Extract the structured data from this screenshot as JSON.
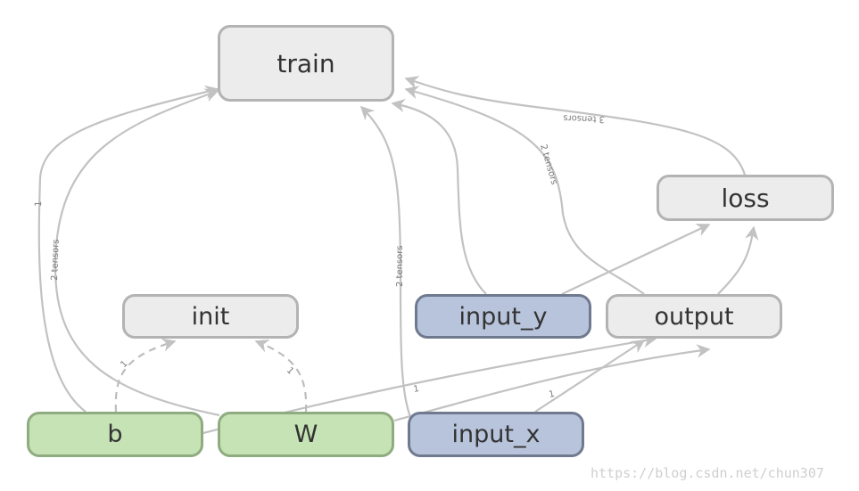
{
  "nodes": {
    "train": "train",
    "loss": "loss",
    "init": "init",
    "input_y": "input_y",
    "output": "output",
    "b": "b",
    "W": "W",
    "input_x": "input_x"
  },
  "colors": {
    "op_fill": "#ececec",
    "op_border": "#b3b3b3",
    "variable_fill": "#c6e3b5",
    "variable_border": "#8fab80",
    "placeholder_fill": "#b8c4dc",
    "placeholder_border": "#6f7a8f",
    "edge": "#c2c2c2"
  },
  "edge_labels": {
    "b_train": "1",
    "W_train": "2 tensors",
    "input_x_train": "2 tensors",
    "output_train": "2 tensors",
    "loss_train": "3 tensors",
    "b_init": "1",
    "W_init": "1",
    "b_output": "1",
    "input_x_output": "1"
  },
  "watermark": "https://blog.csdn.net/chun307"
}
